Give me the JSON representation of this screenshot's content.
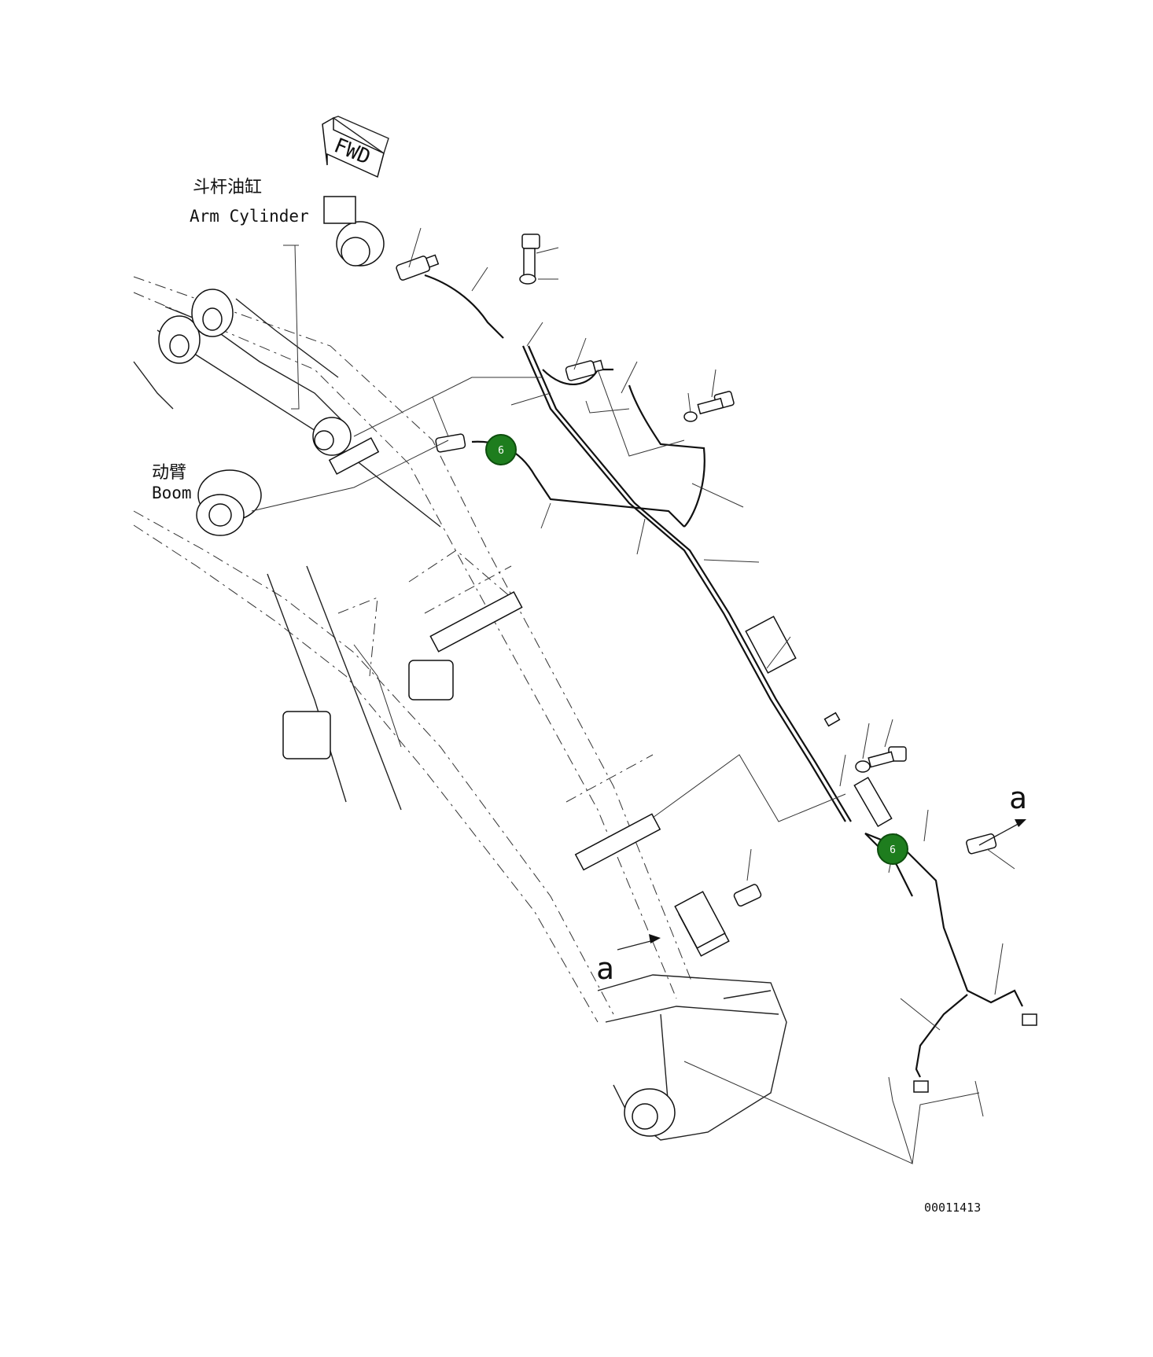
{
  "labels": {
    "fwd": "FWD",
    "arm_cylinder_cn": "斗杆油缸",
    "arm_cylinder_en": "Arm Cylinder",
    "boom_cn": "动臂",
    "boom_en": "Boom",
    "view_a_top": "a",
    "view_a_bottom": "a",
    "drawing_number": "00011413"
  },
  "callouts": [
    {
      "number": "6",
      "color": "#1e7d1e"
    },
    {
      "number": "6",
      "color": "#1e7d1e"
    }
  ]
}
